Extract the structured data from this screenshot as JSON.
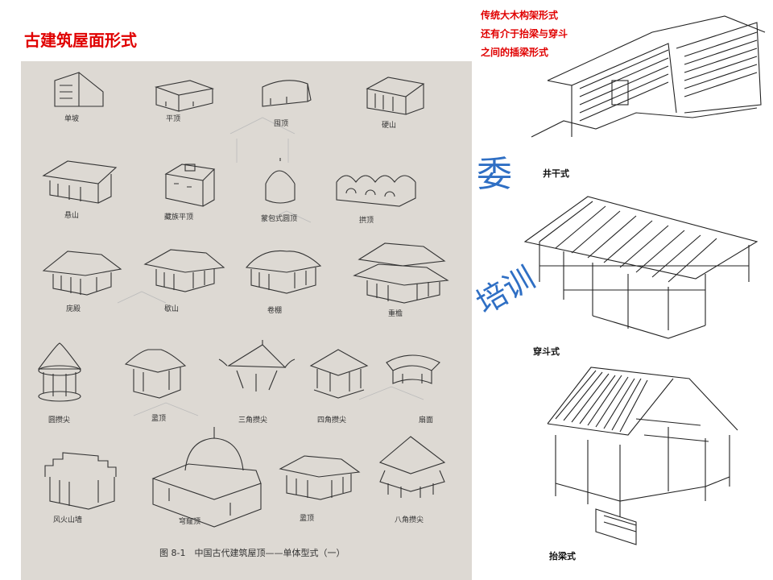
{
  "slide": {
    "title": "古建筑屋面形式",
    "note_lines": [
      "传统大木构架形式",
      "还有介于抬梁与穿斗",
      "之间的插梁形式"
    ]
  },
  "photo": {
    "figure_caption": "图 8-1　中国古代建筑屋顶——单体型式（一）",
    "roof_types": [
      "单坡",
      "平顶",
      "囤顶",
      "硬山",
      "悬山",
      "藏族平顶",
      "蒙包式圆顶",
      "拱顶",
      "庑殿",
      "歇山",
      "卷棚",
      "重檐",
      "圆攒尖",
      "盝顶",
      "三角攒尖",
      "四角攒尖",
      "扇面",
      "风火山墙",
      "穹窿顶",
      "盝顶",
      "八角攒尖"
    ]
  },
  "right_panel": {
    "labels": [
      "井干式",
      "穿斗式",
      "抬梁式"
    ]
  },
  "watermark": {
    "chars": [
      "委",
      "培训"
    ]
  }
}
